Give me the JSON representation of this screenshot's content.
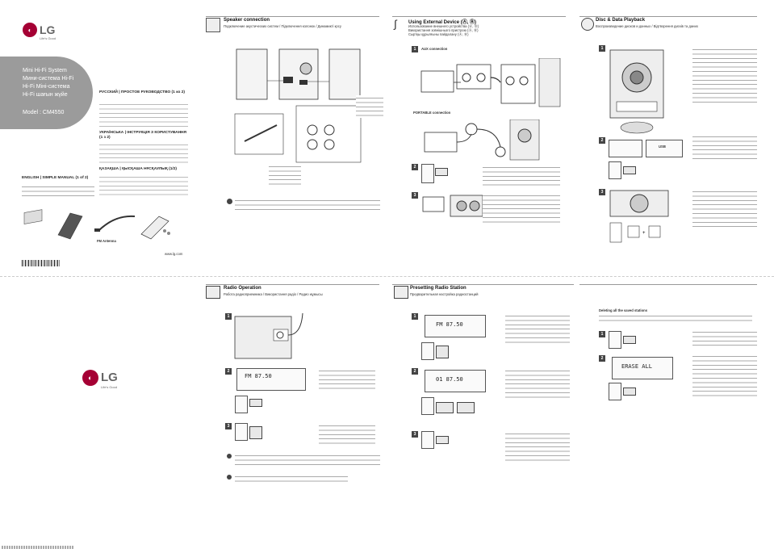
{
  "cover": {
    "brand": "LG",
    "tagline": "Life's Good",
    "product_lines": [
      "Mini Hi-Fi System",
      "Мини-система Hi-Fi",
      "Hi-Fi Міні-система",
      "Hi-Fi шағын жүйе"
    ],
    "model": "Model : CM4550",
    "manual_ru_title": "РУССКИЙ | ПРОСТОЕ РУКОВОДСТВО (1 из 2)",
    "manual_ua_title": "УКРАЇНСЬКА | ІНСТРУКЦІЯ З КОРИСТУВАННЯ (1 з 2)",
    "manual_kz_title": "ҚАЗАҚША | ҚЫСҚАША НҰСҚАУЛЫҚ (1/2)",
    "manual_en_title": "ENGLISH | SIMPLE MANUAL (1 of 2)",
    "fm_antenna": "FM Antenna",
    "website": "www.lg.com"
  },
  "panels": {
    "speaker": {
      "title": "Speaker connection",
      "subtitle": "Подключение акустических систем / Підключення колонок / Динамикті қосу"
    },
    "external": {
      "title": "Using External Device (Ⓐ, Ⓑ)",
      "line1": "Использование внешнего устройства (Ⓐ, Ⓑ)",
      "line2": "Використання зовнішнього пристрою (Ⓐ, Ⓑ)",
      "line3": "Сыртқы құрылғыны пайдалану (Ⓐ, Ⓑ)",
      "aux": "AUX connection",
      "portable": "PORTABLE connection",
      "step1": "1",
      "step2": "2",
      "step3": "3"
    },
    "disc": {
      "title": "Disc & Data Playback",
      "subtitle": "Воспроизведение дисков и данных / Відтворення дисків та даних",
      "usb": "USB"
    },
    "radio": {
      "title": "Radio Operation",
      "subtitle": "Работа радиоприемника / Використання радіо / Радио жұмысы",
      "display": "FM  87.50"
    },
    "preset": {
      "title": "Presetting Radio Station",
      "subtitle": "Предварительная настройка радиостанций",
      "display1": "FM  87.50",
      "display2": "01  87.50"
    },
    "delete": {
      "title": "Deleting all the saved stations",
      "display": "ERASE ALL"
    }
  },
  "colors": {
    "brand": "#a50034",
    "text": "#222222",
    "rule": "#999999"
  }
}
